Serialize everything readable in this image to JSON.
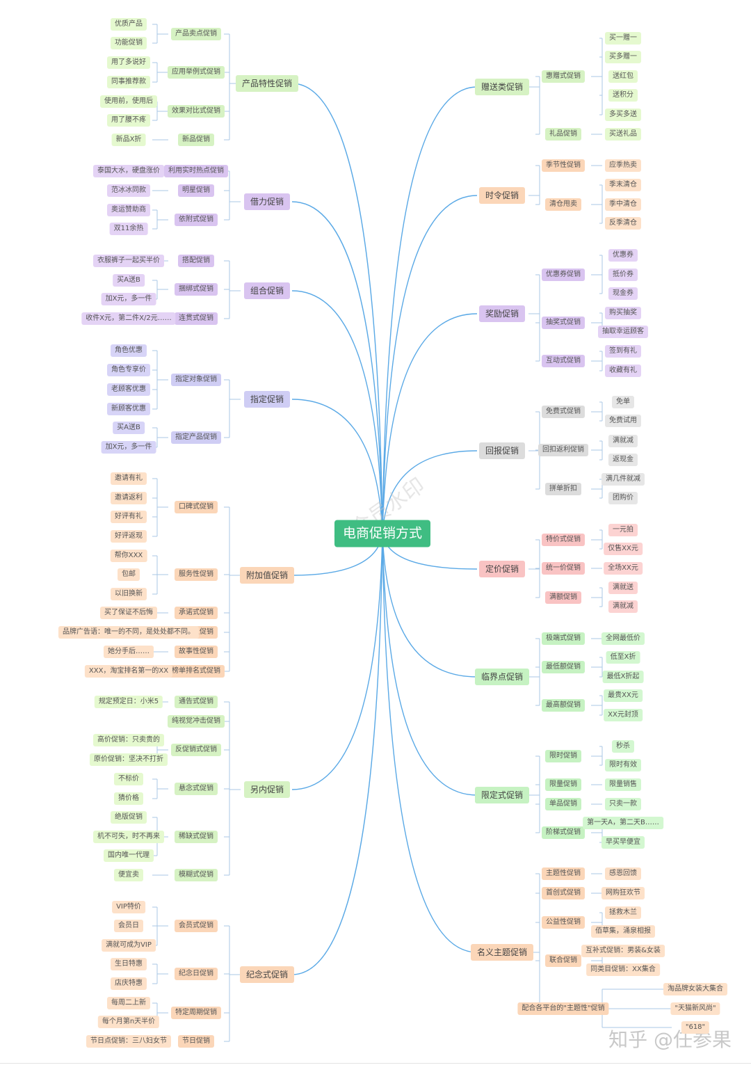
{
  "root": "电商促销方式",
  "watermark": "知乎 @任参果",
  "stamp": "非会员水印",
  "left": [
    {
      "label": "产品特性促销",
      "color": "g",
      "children": [
        {
          "label": "产品卖点促销",
          "children": [
            "优质产品",
            "功能促销"
          ]
        },
        {
          "label": "应用举例式促销",
          "children": [
            "用了多说好",
            "同事推荐款"
          ]
        },
        {
          "label": "效果对比式促销",
          "children": [
            "使用前，使用后",
            "用了腰不疼"
          ]
        },
        {
          "label": "新品促销",
          "children": [
            "新品X折"
          ]
        }
      ]
    },
    {
      "label": "借力促销",
      "color": "p",
      "children": [
        {
          "label": "利用实时热点促销",
          "children": [
            "泰国大水，硬盘涨价"
          ]
        },
        {
          "label": "明星促销",
          "children": [
            "范冰冰同款"
          ]
        },
        {
          "label": "依附式促销",
          "children": [
            "奥运赞助商",
            "双11余热"
          ]
        }
      ]
    },
    {
      "label": "组合促销",
      "color": "p",
      "children": [
        {
          "label": "搭配促销",
          "children": [
            "衣服裤子一起买半价"
          ]
        },
        {
          "label": "捆绑式促销",
          "children": [
            "买A送B",
            "加X元，多一件"
          ]
        },
        {
          "label": "连贯式促销",
          "children": [
            "收件X元，第二件X/2元……"
          ]
        }
      ]
    },
    {
      "label": "指定促销",
      "color": "b",
      "children": [
        {
          "label": "指定对象促销",
          "children": [
            "角色优惠",
            "角色专享价",
            "老顾客优惠",
            "新顾客优惠"
          ]
        },
        {
          "label": "指定产品促销",
          "children": [
            "买A送B",
            "加X元，多一件"
          ]
        }
      ]
    },
    {
      "label": "附加值促销",
      "color": "o",
      "children": [
        {
          "label": "口碑式促销",
          "children": [
            "邀请有礼",
            "邀请返利",
            "好评有礼",
            "好评返现"
          ]
        },
        {
          "label": "服务性促销",
          "children": [
            "帮你XXX",
            "包邮",
            "以旧换新"
          ]
        },
        {
          "label": "承诺式促销",
          "children": [
            "买了保证不后悔"
          ]
        },
        {
          "label": "品牌型促销",
          "children": [
            "品牌广告语：唯一的不同，是处处都不同。"
          ]
        },
        {
          "label": "故事性促销",
          "children": [
            "她分手后……"
          ]
        },
        {
          "label": "榜单排名式促销",
          "children": [
            "XXX，淘宝排名第一的XX"
          ]
        }
      ]
    },
    {
      "label": "另内促销",
      "color": "g",
      "children": [
        {
          "label": "通告式促销",
          "children": [
            "规定预定日：小米5"
          ]
        },
        {
          "label": "纯视觉冲击促销",
          "children": []
        },
        {
          "label": "反促销式促销",
          "children": [
            "高价促销：只卖贵的",
            "原价促销：坚决不打折"
          ]
        },
        {
          "label": "悬念式促销",
          "children": [
            "不标价",
            "猜价格"
          ]
        },
        {
          "label": "稀缺式促销",
          "children": [
            "绝版促销",
            "机不可失，时不再来",
            "国内唯一代理"
          ]
        },
        {
          "label": "模糊式促销",
          "children": [
            "便宜卖"
          ]
        }
      ]
    },
    {
      "label": "纪念式促销",
      "color": "o",
      "children": [
        {
          "label": "会员式促销",
          "children": [
            "VIP特价",
            "会员日",
            "满就可成为VIP"
          ]
        },
        {
          "label": "纪念日促销",
          "children": [
            "生日特惠",
            "店庆特惠"
          ]
        },
        {
          "label": "特定周期促销",
          "children": [
            "每周二上新",
            "每个月第n天半价"
          ]
        },
        {
          "label": "节日促销",
          "children": [
            "节日点促销：三八妇女节"
          ]
        }
      ]
    }
  ],
  "right": [
    {
      "label": "赠送类促销",
      "color": "g",
      "children": [
        {
          "label": "惠赠式促销",
          "children": [
            "买一赠一",
            "买多赠一",
            "送红包",
            "送积分",
            "多买多送"
          ]
        },
        {
          "label": "礼品促销",
          "children": [
            "买送礼品"
          ]
        }
      ]
    },
    {
      "label": "时令促销",
      "color": "o",
      "children": [
        {
          "label": "季节性促销",
          "children": [
            "应季热卖"
          ]
        },
        {
          "label": "清仓甩卖",
          "children": [
            "季末清仓",
            "季中清仓",
            "反季清仓"
          ]
        }
      ]
    },
    {
      "label": "奖励促销",
      "color": "p",
      "children": [
        {
          "label": "优惠券促销",
          "children": [
            "优惠券",
            "抵价券",
            "现金券"
          ]
        },
        {
          "label": "抽奖式促销",
          "children": [
            "购买抽奖",
            "抽取幸运顾客"
          ]
        },
        {
          "label": "互动式促销",
          "children": [
            "签到有礼",
            "收藏有礼"
          ]
        }
      ]
    },
    {
      "label": "回报促销",
      "color": "gr",
      "children": [
        {
          "label": "免费式促销",
          "children": [
            "免单",
            "免费试用"
          ]
        },
        {
          "label": "回扣返利促销",
          "children": [
            "满就减",
            "返现金"
          ]
        },
        {
          "label": "拼单折扣",
          "children": [
            "满几件就减",
            "团购价"
          ]
        }
      ]
    },
    {
      "label": "定价促销",
      "color": "r",
      "children": [
        {
          "label": "特价式促销",
          "children": [
            "一元拍",
            "仅售XX元"
          ]
        },
        {
          "label": "统一价促销",
          "children": [
            "全场XX元"
          ]
        },
        {
          "label": "满额促销",
          "children": [
            "满就送",
            "满就减"
          ]
        }
      ]
    },
    {
      "label": "临界点促销",
      "color": "mg",
      "children": [
        {
          "label": "极端式促销",
          "children": [
            "全网最低价"
          ]
        },
        {
          "label": "最低额促销",
          "children": [
            "低至X折",
            "最低X折起"
          ]
        },
        {
          "label": "最高额促销",
          "children": [
            "最贵XX元",
            "XX元封顶"
          ]
        }
      ]
    },
    {
      "label": "限定式促销",
      "color": "mg",
      "children": [
        {
          "label": "限时促销",
          "children": [
            "秒杀",
            "限时有效"
          ]
        },
        {
          "label": "限量促销",
          "children": [
            "限量销售"
          ]
        },
        {
          "label": "单品促销",
          "children": [
            "只卖一款"
          ]
        },
        {
          "label": "阶梯式促销",
          "children": [
            "第一天A，第二天B……",
            "早买早便宜"
          ]
        }
      ]
    },
    {
      "label": "名义主题促销",
      "color": "o",
      "children": [
        {
          "label": "主题性促销",
          "children": [
            "感恩回馈"
          ]
        },
        {
          "label": "首创式促销",
          "children": [
            "网购狂欢节"
          ]
        },
        {
          "label": "公益性促销",
          "children": [
            "拯救木兰",
            "佰草集，涌泉相报"
          ]
        },
        {
          "label": "联合促销",
          "children": [
            "互补式促销：男装&女装",
            "同类目促销：XX集合"
          ]
        },
        {
          "label": "配合各平台的\"主题性\"促销",
          "children": [
            "淘品牌女装大集合",
            "\"天猫新风尚\"",
            "\"618\""
          ]
        }
      ]
    }
  ]
}
